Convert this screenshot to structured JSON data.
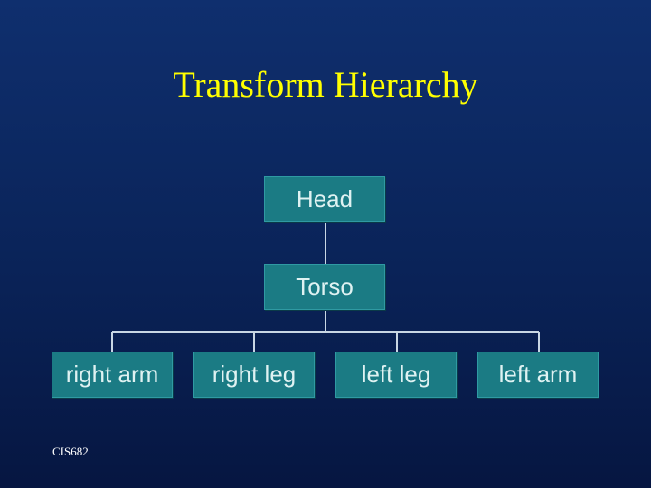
{
  "slide": {
    "title": "Transform Hierarchy",
    "footer": "CIS682"
  },
  "diagram": {
    "root": "Head",
    "middle": "Torso",
    "children": [
      "right arm",
      "right leg",
      "left leg",
      "left arm"
    ]
  },
  "colors": {
    "background_top": "#0f2f6e",
    "background_bottom": "#061641",
    "title": "#ffff00",
    "node_fill": "#1b7b84",
    "node_text": "#dff2f2",
    "connector": "#c8d6e4"
  }
}
